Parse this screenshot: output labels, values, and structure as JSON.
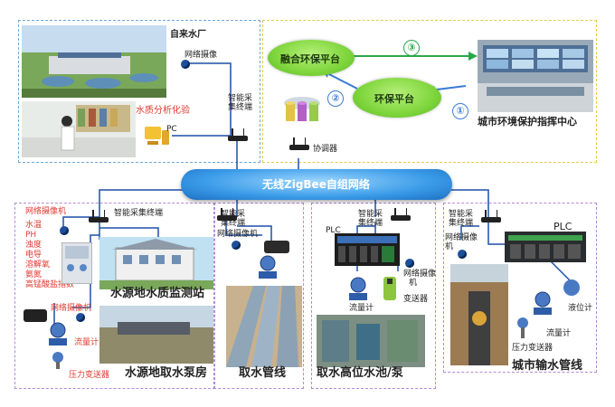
{
  "top_left": {
    "water_plant_label": "自来水厂",
    "camera_label": "网络摄像",
    "lab_label": "水质分析化验",
    "pc_label": "PC",
    "terminal_label_1": "智能采",
    "terminal_label_2": "集终端"
  },
  "top_right": {
    "fusion_platform": "融合环保平台",
    "env_platform": "环保平台",
    "center_label": "城市环境保护指挥中心",
    "coordinator_label": "协调器",
    "num_1": "①",
    "num_2": "②",
    "num_3": "③"
  },
  "network_label": "无线ZigBee自组网络",
  "panel1": {
    "terminal_label": "智能采集终端",
    "camera_label": "网络摄像机",
    "params": [
      "水温",
      "PH",
      "浊度",
      "电导",
      "溶解氧",
      "氨氮",
      "高锰酸盐指数"
    ],
    "station_label": "水源地水质监测站",
    "camera2_label": "网络摄像机",
    "flow_label": "流量计",
    "pressure_label": "压力变送器",
    "pump_label": "水源地取水泵房"
  },
  "panel2": {
    "terminal_label_1": "智能采",
    "terminal_label_2": "集终端",
    "camera_label": "网络摄像机",
    "pipe_label": "取水管线"
  },
  "panel3": {
    "terminal_label_1": "智能采",
    "terminal_label_2": "集终端",
    "plc_label": "PLC",
    "camera_label_1": "网络摄像",
    "camera_label_2": "机",
    "flow_label": "流量计",
    "pressure_label": "变送器",
    "pool_label": "取水高位水池/泵"
  },
  "panel4": {
    "terminal_label_1": "智能采",
    "terminal_label_2": "集终端",
    "camera_label_1": "网络摄像",
    "camera_label_2": "机",
    "plc_label": "PLC",
    "level_label": "液位计",
    "flow_label": "流量计",
    "pressure_label": "压力变送器",
    "pipe_label": "城市输水管线"
  }
}
